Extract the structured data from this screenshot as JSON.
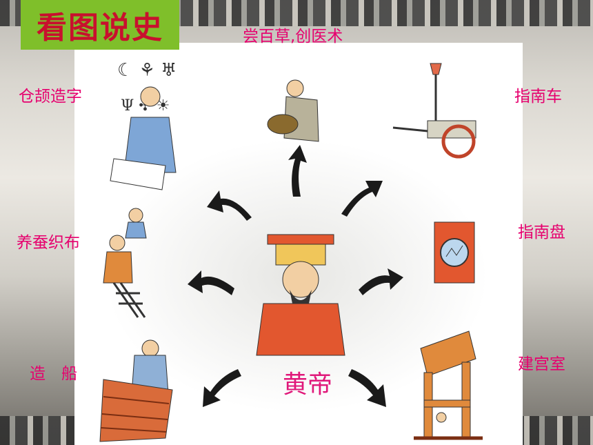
{
  "title": "看图说史",
  "center": {
    "name": "黄帝"
  },
  "labels": {
    "herbs": "尝百草,创医术",
    "writing": "仓颉造字",
    "cart": "指南车",
    "silk": "养蚕织布",
    "compass": "指南盘",
    "boat": "造　船",
    "palace": "建宫室"
  },
  "colors": {
    "title_bg": "#7fbf2a",
    "title_text": "#c8102e",
    "label_text": "#e6006e"
  }
}
